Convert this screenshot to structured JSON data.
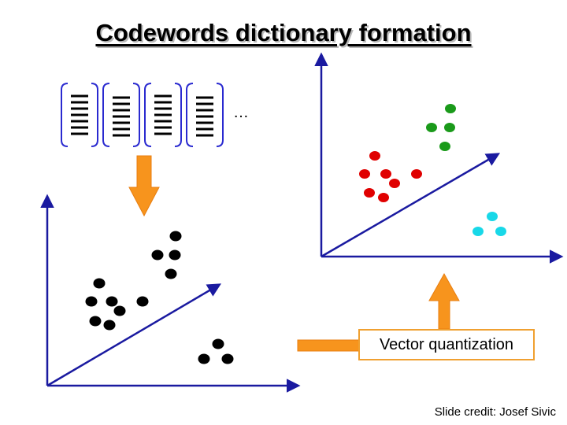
{
  "title": "Codewords dictionary formation",
  "ellipsis": "…",
  "process_label": "Vector quantization",
  "credit": "Slide credit: Josef Sivic",
  "colors": {
    "cluster_1": "#000000",
    "cluster_2": "#e00000",
    "cluster_3": "#1a9a1a",
    "cluster_4": "#18d8e8",
    "arrow_fill": "#f7941d",
    "arrow_stroke": "#e87e10",
    "axis": "#1a1aa0",
    "bracket": "#2a2ad0"
  },
  "icons": {
    "descriptor_stack": "descriptor-bracket-icon",
    "down_arrow": "down-arrow-icon",
    "up_arrow": "elbow-arrow-icon"
  },
  "descriptor_count": 4
}
